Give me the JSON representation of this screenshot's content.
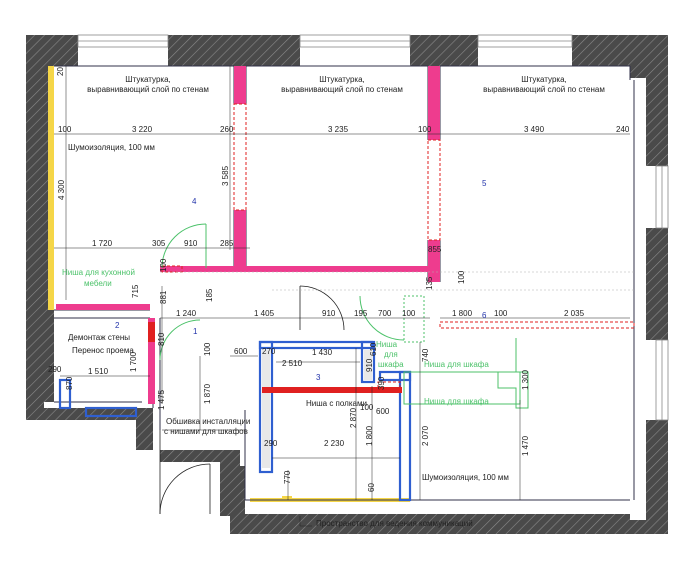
{
  "rooms": {
    "r1": "1",
    "r2": "2",
    "r3": "3",
    "r4": "4",
    "r5": "5",
    "r6": "6"
  },
  "notes": {
    "plaster_label1": "Штукатурка,",
    "plaster_label2": "выравнивающий слой по стенам",
    "noise_top": "Шумоизоляция, 100 мм",
    "noise_bottom": "Шумоизоляция, 100 мм",
    "demolish": "Демонтаж стены",
    "move_opening": "Перенос проема",
    "cladding1": "Обшивка инсталляции",
    "cladding2": "с нишами для шкафов",
    "shelves_niche": "Ниша с полками",
    "comms_space": "Пространство для ведения коммуникаций"
  },
  "green_notes": {
    "kitchen1": "Ниша для кухонной",
    "kitchen2": "мебели",
    "wardrobe_small1": "Ниша",
    "wardrobe_small2": "для",
    "wardrobe_small3": "шкафа",
    "wardrobe1": "Ниша для шкафа",
    "wardrobe2": "Ниша для шкафа"
  },
  "dims": {
    "d20": "20",
    "d100a": "100",
    "d3220": "3 220",
    "d260": "260",
    "d3235": "3 235",
    "d100b": "100",
    "d3490": "3 490",
    "d240": "240",
    "d4300": "4 300",
    "d3585": "3 585",
    "d1720": "1 720",
    "d305": "305",
    "d910a": "910",
    "d285": "285",
    "d855": "855",
    "d100c": "100",
    "d135": "135",
    "d715": "715",
    "d881": "881",
    "d185": "185",
    "d1240": "1 240",
    "d1405": "1 405",
    "d910b": "910",
    "d195": "195",
    "d700": "700",
    "d100d": "100",
    "d1800a": "1 800",
    "d100e": "100",
    "d2035": "2 035",
    "d810": "810",
    "d100f": "100",
    "d600a": "600",
    "d270a": "270",
    "d2510": "2 510",
    "d1430": "1 430",
    "d610": "610",
    "d740": "740",
    "d1700": "1 700",
    "d1510": "1 510",
    "d290a": "290",
    "d870": "870",
    "d910c": "910",
    "d390": "390",
    "d100g": "100",
    "d600b": "600",
    "d1300": "1 300",
    "d1475": "1 475",
    "d1870": "1 870",
    "d2870": "2 870",
    "d2230": "2 230",
    "d1800b": "1 800",
    "d2070": "2 070",
    "d1470": "1 470",
    "d290b": "290",
    "d770": "770",
    "d60": "60"
  }
}
